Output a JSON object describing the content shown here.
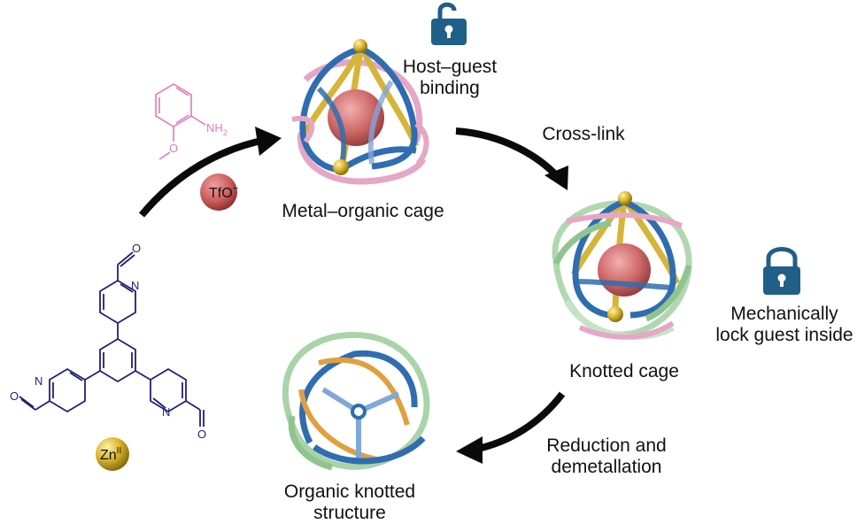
{
  "labels": {
    "host_guest_line1": "Host–guest",
    "host_guest_line2": "binding",
    "cross_link": "Cross-link",
    "metal_organic_cage": "Metal–organic cage",
    "mechanically_line1": "Mechanically",
    "mechanically_line2": "lock guest inside",
    "knotted_cage": "Knotted cage",
    "reduction_line1": "Reduction and",
    "reduction_line2": "demetallation",
    "organic_line1": "Organic knotted",
    "organic_line2": "structure"
  },
  "reagents": {
    "anion_label": "TfO",
    "anion_charge": "−",
    "metal_label": "Zn",
    "metal_charge": "II",
    "amine_label": "NH",
    "amine_subscript": "2",
    "methoxy_label": "O",
    "nitrogen_label": "N",
    "aldehyde_oxygen_label": "O"
  },
  "colors": {
    "ligand_navy": "#1f1f7a",
    "aniline_pink": "#e07ab8",
    "lock_teal": "#1f5f88",
    "cage_blue": "#2f6db0",
    "cage_gold": "#d6b43a",
    "cage_pink": "#e6a6c6",
    "cage_green": "#8fc48e",
    "cage_orange": "#e0a040",
    "guest_red": "#cf6a6a",
    "arrow_black": "#0a0a0a"
  }
}
